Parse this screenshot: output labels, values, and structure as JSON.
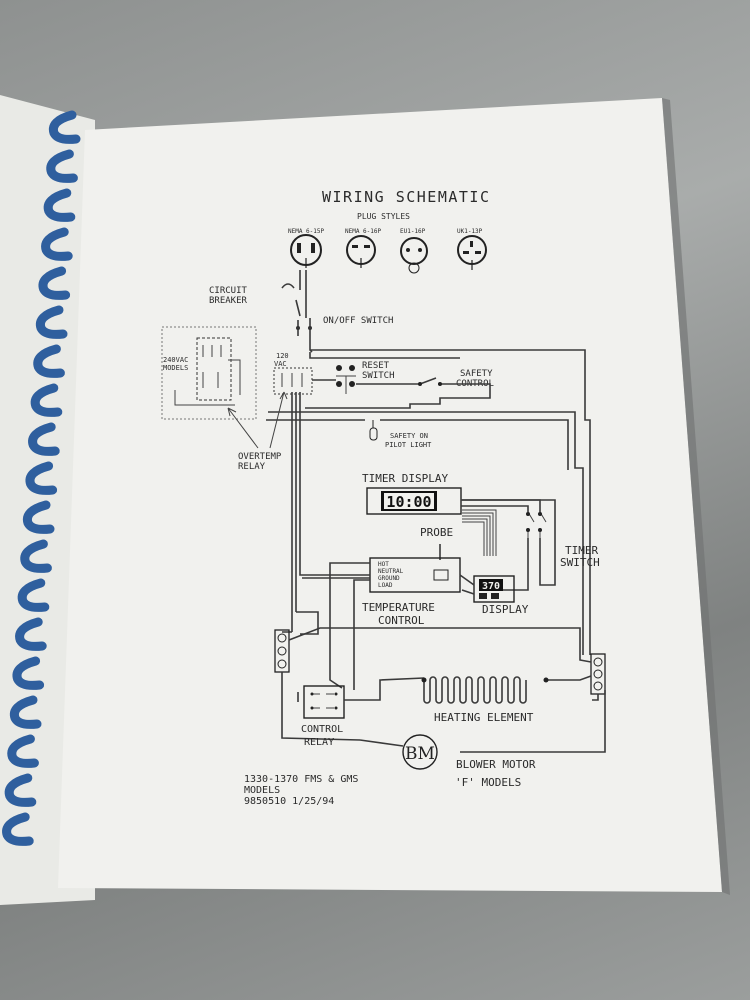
{
  "diagram": {
    "title": "WIRING SCHEMATIC",
    "plug_styles_label": "PLUG STYLES",
    "plugs": [
      {
        "label": "NEMA 6-15P"
      },
      {
        "label": "NEMA 6-16P"
      },
      {
        "label": "EU1-16P"
      },
      {
        "label": "UK1-13P"
      }
    ],
    "circuit_breaker": [
      "CIRCUIT",
      "BREAKER"
    ],
    "on_off_switch": "ON/OFF SWITCH",
    "models_240": [
      "240VAC",
      "MODELS"
    ],
    "vac_120": [
      "120",
      "VAC"
    ],
    "reset_switch": [
      "RESET",
      "SWITCH"
    ],
    "safety_control": [
      "SAFETY",
      "CONTROL"
    ],
    "pilot_light": [
      "SAFETY ON",
      "PILOT LIGHT"
    ],
    "overtemp_relay": [
      "OVERTEMP",
      "RELAY"
    ],
    "timer_display": "TIMER DISPLAY",
    "timer_readout": "10:00",
    "probe": "PROBE",
    "timer_switch": [
      "TIMER",
      "SWITCH"
    ],
    "temp_terminals": [
      "HOT",
      "NEUTRAL",
      "GROUND",
      "LOAD"
    ],
    "temp_control": [
      "TEMPERATURE",
      "CONTROL"
    ],
    "display_readout": "370",
    "display": "DISPLAY",
    "heating_element": "HEATING ELEMENT",
    "control_relay": [
      "CONTROL",
      "RELAY"
    ],
    "blower_symbol": "BM",
    "blower_motor": "BLOWER MOTOR",
    "f_models": "'F' MODELS",
    "footer": [
      "1330-1370 FMS & GMS",
      "MODELS",
      "9850510   1/25/94"
    ]
  }
}
